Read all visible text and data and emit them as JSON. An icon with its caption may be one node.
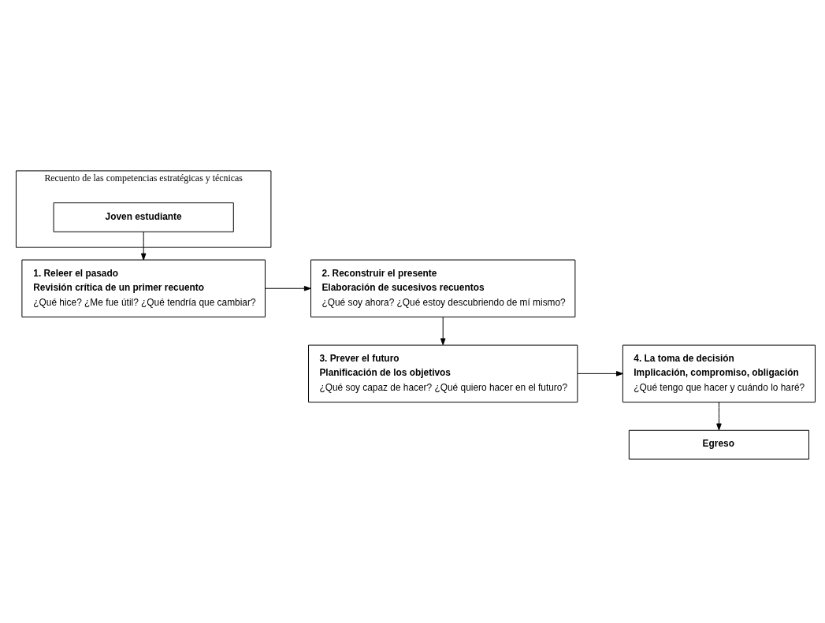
{
  "diagram": {
    "nodes": [
      {
        "text": [
          "Recuento de las competencias estratégicas y técnicas"
        ]
      },
      {
        "text": [
          "Joven estudiante"
        ],
        "in": 0
      },
      {
        "text": [
          "1. Releer el pasado",
          "Revisión crítica de un primer recuento",
          "¿Qué hice? ¿Me fue útil? ¿Qué tendría que cambiar?"
        ]
      },
      {
        "text": [
          "2. Reconstruir el presente",
          "Elaboración de sucesivos recuentos",
          "¿Qué soy ahora? ¿Qué estoy descubriendo de mí mismo?"
        ]
      },
      {
        "text": [
          "3. Prever el futuro",
          "Planificación de los objetivos",
          "¿Qué soy capaz de hacer? ¿Qué quiero hacer en el futuro?"
        ]
      },
      {
        "text": [
          "4. La toma de decisión",
          "Implicación, compromiso, obligación",
          "¿Qué tengo que hacer y cuándo lo haré?"
        ]
      },
      {
        "text": [
          "Egreso"
        ]
      }
    ],
    "edges": [
      {
        "from": 1,
        "to": 2,
        "arrow": "to"
      },
      {
        "from": 2,
        "to": 3,
        "arrow": "to"
      },
      {
        "from": 3,
        "to": 4,
        "arrow": "to"
      },
      {
        "from": 4,
        "to": 5,
        "arrow": "to"
      },
      {
        "from": 5,
        "to": 6,
        "arrow": "to"
      }
    ]
  }
}
